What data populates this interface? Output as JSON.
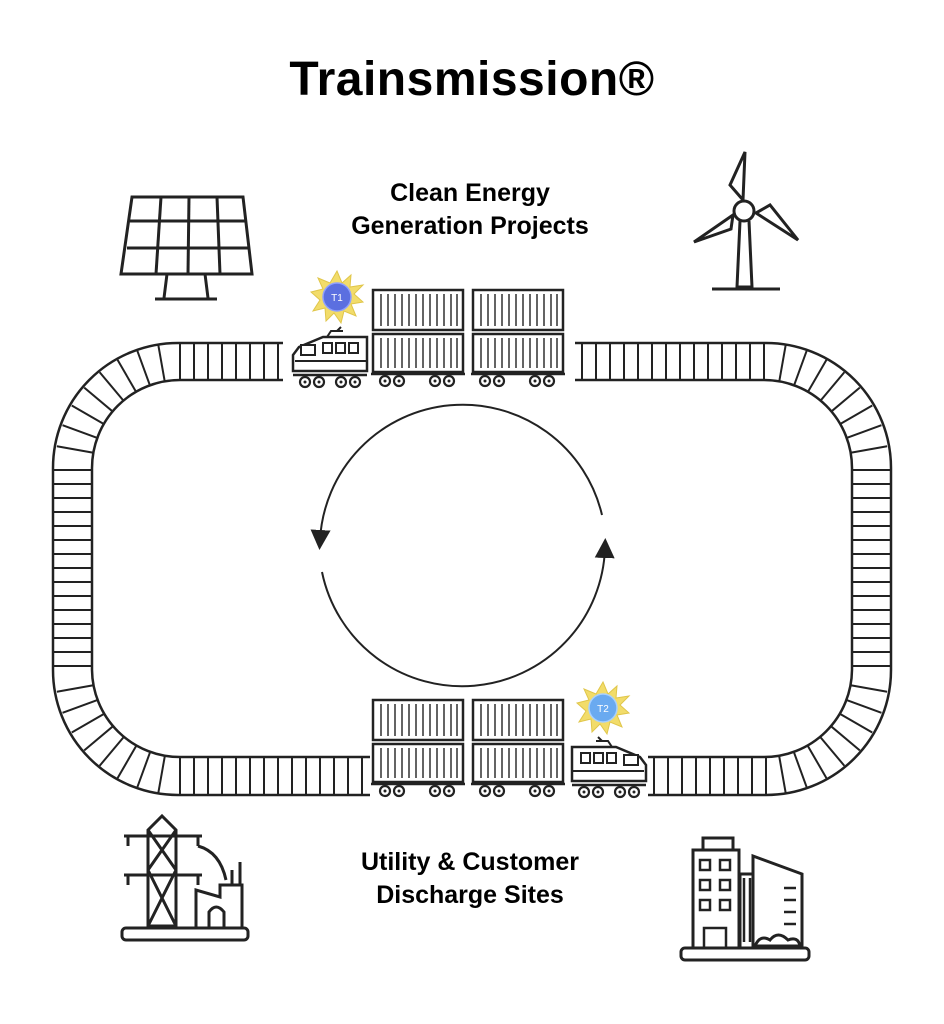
{
  "title": "Trainsmission®",
  "top_label": {
    "line1": "Clean Energy",
    "line2": "Generation Projects"
  },
  "bottom_label": {
    "line1": "Utility & Customer",
    "line2": "Discharge Sites"
  },
  "trains": [
    {
      "badge": "T1",
      "badge_color": "#5b6fe0"
    },
    {
      "badge": "T2",
      "badge_color": "#6aaaf0"
    }
  ],
  "colors": {
    "line": "#222222",
    "sun": "#f2dc6a"
  },
  "icons": [
    "solar-panel-icon",
    "wind-turbine-icon",
    "transmission-tower-icon",
    "city-buildings-icon",
    "cycle-arrows-icon"
  ]
}
